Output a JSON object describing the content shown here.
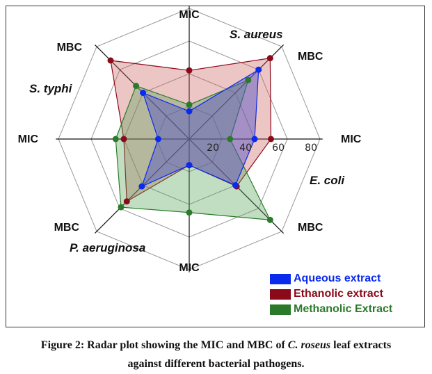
{
  "chart_data": {
    "type": "radar",
    "axes": [
      {
        "label": "MIC",
        "group": "S. aureus"
      },
      {
        "label": "MBC",
        "group": "S. aureus"
      },
      {
        "label": "MIC",
        "group": "E. coli"
      },
      {
        "label": "MBC",
        "group": "E. coli"
      },
      {
        "label": "MIC",
        "group": "P. aeruginosa"
      },
      {
        "label": "MBC",
        "group": "P. aeruginosa"
      },
      {
        "label": "MIC",
        "group": "S. typhi"
      },
      {
        "label": "MBC",
        "group": "S. typhi"
      }
    ],
    "groups": [
      "S. aureus",
      "E. coli",
      "P. aeruginosa",
      "S. typhi"
    ],
    "radial_ticks": [
      "20",
      "40",
      "60",
      "80"
    ],
    "rmax": 80,
    "series": [
      {
        "name": "Ethanolic extract",
        "color": "#8b0a1a",
        "fill": "rgba(200,90,90,0.35)",
        "values": [
          42,
          70,
          50,
          41,
          16,
          54,
          40,
          68
        ]
      },
      {
        "name": "Methanolic Extract",
        "color": "#2a7a2a",
        "fill": "rgba(80,160,80,0.35)",
        "values": [
          21,
          51,
          25,
          70,
          45,
          59,
          45,
          46
        ]
      },
      {
        "name": "Aqueous extract",
        "color": "#0a2aee",
        "fill": "rgba(80,80,200,0.45)",
        "values": [
          17,
          60,
          40,
          40,
          16,
          41,
          19,
          40
        ]
      }
    ],
    "legend_position": "bottom-right"
  },
  "caption": {
    "prefix": "Figure 2: Radar plot showing the MIC and MBC of ",
    "italic": "C. roseus",
    "suffix": " leaf extracts",
    "line2": "against different bacterial pathogens."
  }
}
